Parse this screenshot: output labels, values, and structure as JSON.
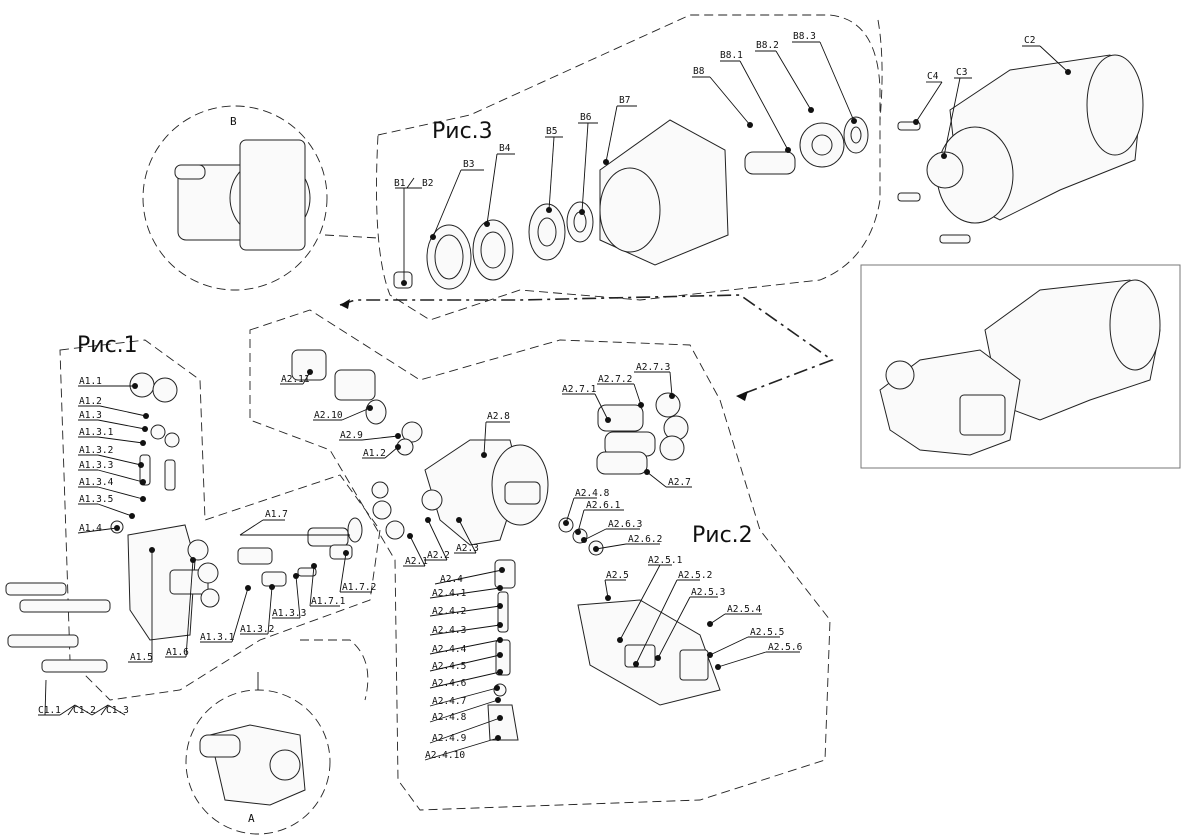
{
  "figures": {
    "fig1": "Рис.1",
    "fig2": "Рис.2",
    "fig3": "Рис.3",
    "view_a": "A",
    "view_b": "B"
  },
  "labels": {
    "A1_1": "A1.1",
    "A1_2": "A1.2",
    "A1_3": "A1.3",
    "A1_3_1": "A1.3.1",
    "A1_3_2": "A1.3.2",
    "A1_3_3": "A1.3.3",
    "A1_3_4": "A1.3.4",
    "A1_3_5": "A1.3.5",
    "A1_4": "A1.4",
    "A1_5": "A1.5",
    "A1_6": "A1.6",
    "A1_7": "A1.7",
    "A1_7_1": "A1.7.1",
    "A1_7_2": "A1.7.2",
    "A1_3_1b": "A1.3.1",
    "A1_3_2b": "A1.3.2",
    "A1_3_3b": "A1.3.3",
    "A2_11": "A2.11",
    "A2_10": "A2.10",
    "A2_9": "A2.9",
    "A1_2b": "A1.2",
    "A2_8": "A2.8",
    "A2_1": "A2.1",
    "A2_2": "A2.2",
    "A2_3": "A2.3",
    "A2_4": "A2.4",
    "A2_4_1": "A2.4.1",
    "A2_4_2": "A2.4.2",
    "A2_4_3": "A2.4.3",
    "A2_4_4": "A2.4.4",
    "A2_4_5": "A2.4.5",
    "A2_4_6": "A2.4.6",
    "A2_4_7": "A2.4.7",
    "A2_4_8": "A2.4.8",
    "A2_4_9": "A2.4.9",
    "A2_4_10": "A2.4.10",
    "A2_7_1": "A2.7.1",
    "A2_7_2": "A2.7.2",
    "A2_7_3": "A2.7.3",
    "A2_7": "A2.7",
    "A2_4_8b": "A2.4.8",
    "A2_6_1": "A2.6.1",
    "A2_6_3": "A2.6.3",
    "A2_6_2": "A2.6.2",
    "A2_5": "A2.5",
    "A2_5_1": "A2.5.1",
    "A2_5_2": "A2.5.2",
    "A2_5_3": "A2.5.3",
    "A2_5_4": "A2.5.4",
    "A2_5_5": "A2.5.5",
    "A2_5_6": "A2.5.6",
    "B1_B2_a": "B1",
    "B1_B2_b": "B2",
    "B3": "B3",
    "B4": "B4",
    "B5": "B5",
    "B6": "B6",
    "B7": "B7",
    "B8": "B8",
    "B8_1": "B8.1",
    "B8_2": "B8.2",
    "B8_3": "B8.3",
    "C2": "C2",
    "C3": "C3",
    "C4": "C4",
    "C1_1": "C1.1",
    "C1_2": "C1.2",
    "C1_3": "C1.3"
  }
}
